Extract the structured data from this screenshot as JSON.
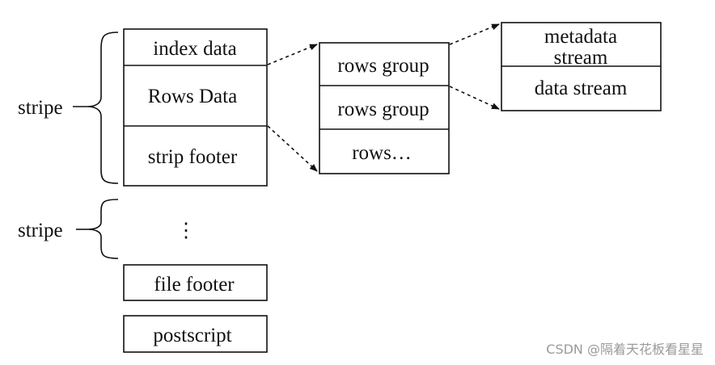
{
  "left_stack": {
    "index_data": "index data",
    "rows_data": "Rows Data",
    "strip_footer": "strip footer",
    "ellipsis": "⋮",
    "file_footer": "file footer",
    "postscript": "postscript"
  },
  "stripe_labels": [
    "stripe",
    "stripe"
  ],
  "rows_stack": {
    "group1": "rows group",
    "group2": "rows group",
    "rows": "rows…"
  },
  "stream_stack": {
    "metadata_line1": "metadata",
    "metadata_line2": "stream",
    "data_stream": "data stream"
  },
  "watermark": "CSDN @隔着天花板看星星"
}
